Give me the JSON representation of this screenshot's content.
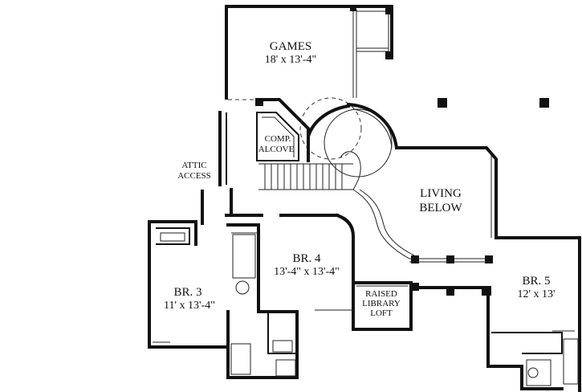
{
  "rooms": {
    "games": {
      "name": "GAMES",
      "size": "18' x 13'-4\""
    },
    "comp_alcove": {
      "line1": "COMP.",
      "line2": "ALCOVE"
    },
    "attic_access": {
      "line1": "ATTIC",
      "line2": "ACCESS"
    },
    "living_below": {
      "line1": "LIVING",
      "line2": "BELOW"
    },
    "br4": {
      "name": "BR. 4",
      "size": "13'-4\" x 13'-4\""
    },
    "br3": {
      "name": "BR. 3",
      "size": "11' x 13'-4\""
    },
    "br5": {
      "name": "BR. 5",
      "size": "12' x 13'"
    },
    "library_loft": {
      "line1": "RAISED",
      "line2": "LIBRARY",
      "line3": "LOFT"
    }
  },
  "style": {
    "wall_color": "#111111",
    "background": "#ffffff"
  }
}
